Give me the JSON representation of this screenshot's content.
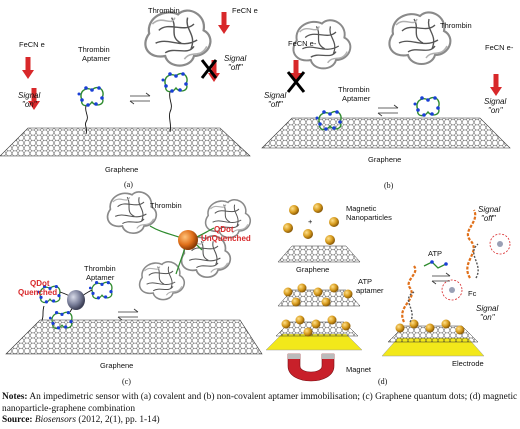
{
  "panel_a": {
    "fecn_left": "FeCN e",
    "fecn_right": "FeCN e",
    "thrombin_aptamer": [
      "Thrombin",
      "Aptamer"
    ],
    "thrombin": "Thrombin",
    "signal_on": [
      "Signal",
      "\"on\""
    ],
    "signal_off": [
      "Signal",
      "\"off\""
    ],
    "graphene": "Graphene",
    "caption": "(a)"
  },
  "panel_b": {
    "fecn_left": "FeCN e-",
    "fecn_right": "FeCN e-",
    "thrombin": "Thrombin",
    "thrombin_aptamer": [
      "Thrombin",
      "Aptamer"
    ],
    "signal_off": [
      "Signal",
      "\"off\""
    ],
    "signal_on": [
      "Signal",
      "\"on\""
    ],
    "graphene": "Graphene",
    "caption": "(b)"
  },
  "panel_c": {
    "thrombin": "Thrombin",
    "qdot_unquenched": [
      "QDot",
      "UnQuenched"
    ],
    "qdot_quenched": [
      "QDot",
      "Quenched"
    ],
    "thrombin_aptamer": [
      "Thrombin",
      "Aptamer"
    ],
    "graphene": "Graphene",
    "caption": "(c)"
  },
  "panel_d": {
    "magnetic_nanoparticles": [
      "Magnetic",
      "Nanoparticles"
    ],
    "plus": "+",
    "graphene": "Graphene",
    "atp_aptamer": [
      "ATP",
      "aptamer"
    ],
    "magnet": "Magnet",
    "atp": "ATP",
    "signal_off": [
      "Signal",
      "\"off\""
    ],
    "fc": "Fc",
    "signal_on": [
      "Signal",
      "\"on\""
    ],
    "electrode": "Electrode",
    "caption": "(d)"
  },
  "notes": {
    "notes_label": "Notes:",
    "notes_text": " An impedimetric sensor with (a) covalent and (b) non-covalent aptamer immobilisation; (c) Graphene quantum dots; (d) magnetic nanoparticle-graphene combination",
    "source_label": "Source:",
    "source_journal": "Biosensors",
    "source_text": " (2012, 2(1), pp. 1-14)"
  },
  "colors": {
    "arrow_red": "#d8282a",
    "cross_black": "#000000",
    "aptamer_blue": "#1a3fd6",
    "aptamer_green": "#2e8b2e",
    "protein_grey": "#8a8a8a",
    "gold_particle": "#d69a1c",
    "qdot_orange": "#e0701a",
    "qdot_grey": "#7a7f9a",
    "magnet_red": "#c8202a",
    "electrode_yellow": "#f2e81a"
  }
}
